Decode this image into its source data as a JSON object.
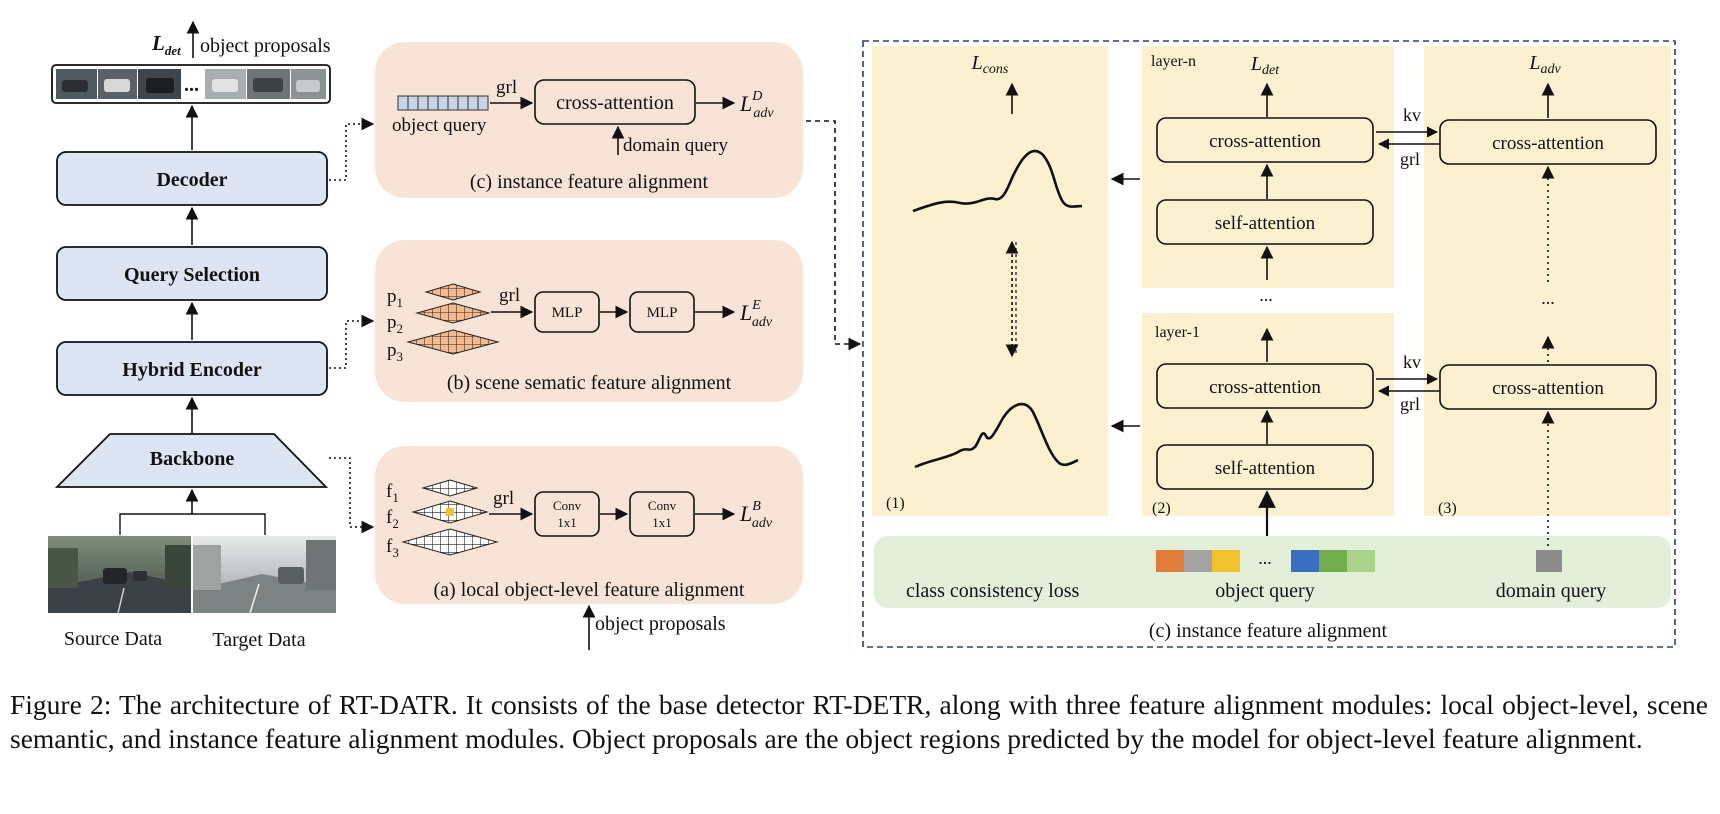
{
  "backbone": {
    "top_loss": "L",
    "top_loss_sub": "det",
    "top_label": "object proposals",
    "decoder": "Decoder",
    "query_selection": "Query Selection",
    "hybrid_encoder": "Hybrid Encoder",
    "backbone": "Backbone",
    "source_label": "Source Data",
    "target_label": "Target Data",
    "ellipsis": "..."
  },
  "module_c": {
    "input": "object query",
    "grl": "grl",
    "block": "cross-attention",
    "side_input": "domain query",
    "loss": "L",
    "loss_sup": "D",
    "loss_sub": "adv",
    "caption": "(c) instance feature alignment"
  },
  "module_b": {
    "p1": "p",
    "p1_sub": "1",
    "p2": "p",
    "p2_sub": "2",
    "p3": "p",
    "p3_sub": "3",
    "grl": "grl",
    "mlp1": "MLP",
    "mlp2": "MLP",
    "loss": "L",
    "loss_sup": "E",
    "loss_sub": "adv",
    "caption": "(b) scene sematic feature alignment"
  },
  "module_a": {
    "f1": "f",
    "f1_sub": "1",
    "f2": "f",
    "f2_sub": "2",
    "f3": "f",
    "f3_sub": "3",
    "grl": "grl",
    "conv1_line1": "Conv",
    "conv1_line2": "1x1",
    "conv2_line1": "Conv",
    "conv2_line2": "1x1",
    "loss": "L",
    "loss_sup": "B",
    "loss_sub": "adv",
    "caption": "(a) local object-level feature alignment",
    "bottom_input": "object proposals"
  },
  "detail": {
    "cons_loss": "L",
    "cons_sub": "cons",
    "det_loss": "L",
    "det_sub": "det",
    "adv_loss": "L",
    "adv_sub": "adv",
    "layer_n": "layer-n",
    "layer_1": "layer-1",
    "cross_attention": "cross-attention",
    "self_attention": "self-attention",
    "kv": "kv",
    "grl": "grl",
    "ellipsis": "...",
    "col1_num": "(1)",
    "col2_num": "(2)",
    "col3_num": "(3)",
    "class_consistency_loss": "class consistency loss",
    "object_query": "object query",
    "domain_query": "domain query",
    "caption": "(c) instance feature alignment"
  },
  "colors": {
    "box_fill": "#dde4f3",
    "module_bg": "#f8e4d6",
    "column_bg": "#fbf0d0",
    "bottom_bg": "#e3efd9",
    "frame": "#2c3e6b",
    "query_orange": "#e07b3a",
    "query_gray": "#a3a3a3",
    "query_yellow": "#f2c130",
    "query_blue": "#3a6fbf",
    "query_green": "#72ad4e",
    "query_lightgreen": "#a9d38a",
    "domain_gray": "#8c8c8c"
  },
  "caption": "Figure 2: The architecture of RT-DATR. It consists of the base detector RT-DETR, along with three feature alignment modules: local object-level, scene semantic, and instance feature alignment modules. Object proposals are the object regions predicted by the model for object-level feature alignment."
}
